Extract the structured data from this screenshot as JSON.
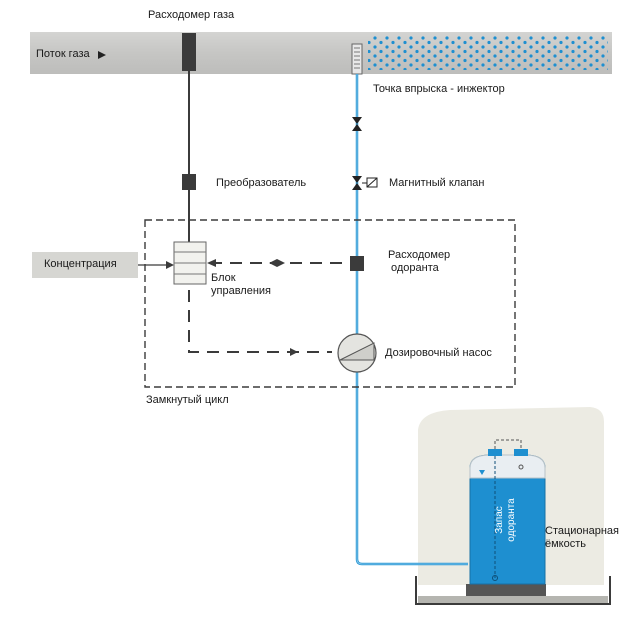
{
  "labels": {
    "gas_meter": "Расходомер газа",
    "gas_flow": "Поток газа",
    "injection_point": "Точка впрыска - инжектор",
    "converter": "Преобразователь",
    "solenoid_valve": "Магнитный клапан",
    "concentration": "Концентрация",
    "control_unit_line1": "Блок",
    "control_unit_line2": "управления",
    "odorant_meter_line1": "Расходомер",
    "odorant_meter_line2": "одоранта",
    "dosing_pump": "Дозировочный насос",
    "closed_loop": "Замкнутый цикл",
    "odorant_supply_line1": "Запас",
    "odorant_supply_line2": "одоранта",
    "tank_line1": "Стационарная",
    "tank_line2": "ёмкость"
  },
  "colors": {
    "pipe_band": "#c9c9c7",
    "pipe_band_edge": "#b5b5b3",
    "odorant_blue": "#1e8fd0",
    "odorant_line": "#2b9ad6",
    "dark_element": "#3b3b3b",
    "tank_area": "#ecebe3",
    "concentration_box": "#d6d6d2"
  },
  "icons": [
    "arrow-right-icon",
    "valve-icon",
    "solenoid-icon",
    "pump-icon"
  ]
}
